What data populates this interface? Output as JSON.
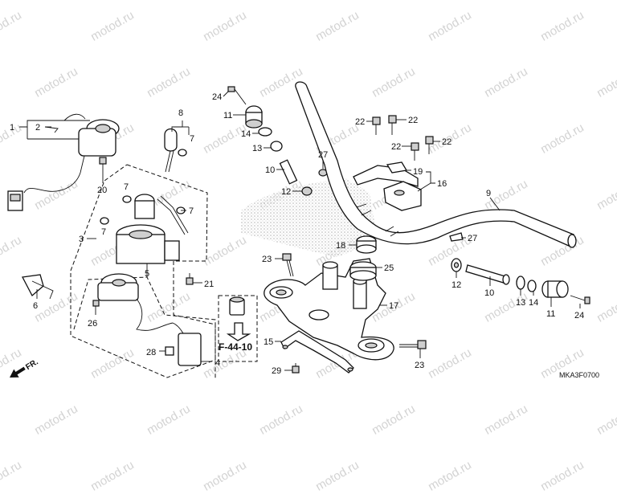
{
  "watermark": {
    "text": "motod.ru"
  },
  "callouts": {
    "n1": "1",
    "n2": "2",
    "n3": "3",
    "n4": "4",
    "n5": "5",
    "n6": "6",
    "n7a": "7",
    "n7b": "7",
    "n7c": "7",
    "n7d": "7",
    "n8": "8",
    "n9": "9",
    "n10a": "10",
    "n10b": "10",
    "n11a": "11",
    "n11b": "11",
    "n12a": "12",
    "n12b": "12",
    "n13a": "13",
    "n13b": "13",
    "n14a": "14",
    "n14b": "14",
    "n15": "15",
    "n16": "16",
    "n17": "17",
    "n18": "18",
    "n19": "19",
    "n20": "20",
    "n21": "21",
    "n22a": "22",
    "n22b": "22",
    "n22c": "22",
    "n22d": "22",
    "n23a": "23",
    "n23b": "23",
    "n24a": "24",
    "n24b": "24",
    "n25": "25",
    "n26": "26",
    "n27a": "27",
    "n27b": "27",
    "n28": "28",
    "n29": "29"
  },
  "reference": {
    "text": "F-44-10"
  },
  "direction": {
    "text": "FR."
  },
  "diagram_code": {
    "text": "MKA3F0700"
  }
}
